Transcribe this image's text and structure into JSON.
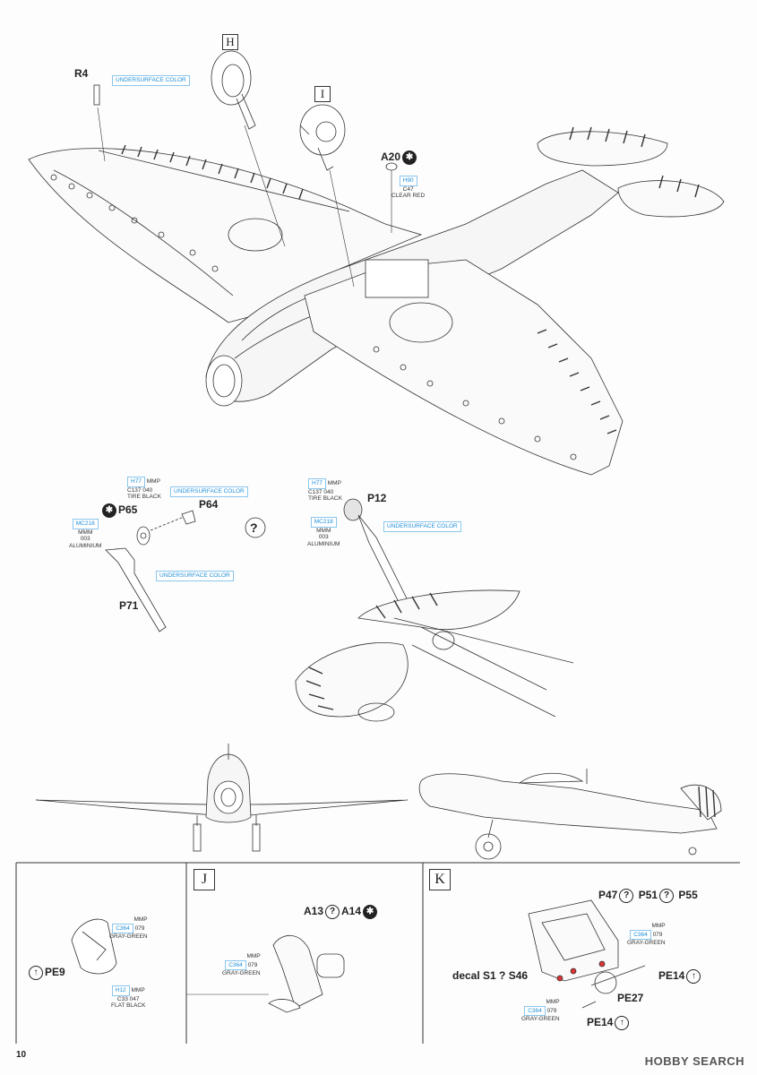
{
  "page_number": "10",
  "watermark": "HOBBY SEARCH",
  "sections": {
    "H": "H",
    "I": "I",
    "J": "J",
    "K": "K"
  },
  "parts": {
    "R4": "R4",
    "A20": "A20",
    "P65": "P65",
    "P64": "P64",
    "P71": "P71",
    "P12": "P12",
    "A13": "A13",
    "A14": "A14",
    "PE9": "PE9",
    "P47": "P47",
    "P51": "P51",
    "P55": "P55",
    "decal": "decal S1",
    "S46": "S46",
    "PE14a": "PE14",
    "PE27": "PE27",
    "PE14b": "PE14"
  },
  "symbols": {
    "star": "✱",
    "question": "?",
    "arrow": "↑"
  },
  "colors": {
    "undersurface": "UNDERSURFACE COLOR",
    "h90": {
      "code": "H90",
      "c": "C47",
      "name": "CLEAR RED"
    },
    "tire1": {
      "h": "H77",
      "mmp": "MMP",
      "c": "C137",
      "n": "040",
      "name": "TIRE BLACK"
    },
    "alu1": {
      "mc": "MC218",
      "mmm": "MMM",
      "n": "003",
      "name": "ALUMINIUM"
    },
    "tire2": {
      "h": "H77",
      "mmp": "MMP",
      "c": "C137",
      "n": "040",
      "name": "TIRE BLACK"
    },
    "alu2": {
      "mc": "MC218",
      "mmm": "MMM",
      "n": "003",
      "name": "ALUMINIUM"
    },
    "gg1": {
      "mmp": "MMP",
      "c": "C364",
      "n": "079",
      "name": "GRAY-GREEN"
    },
    "fb": {
      "h": "H12",
      "mmp": "MMP",
      "c": "C33",
      "n": "047",
      "name": "FLAT BLACK"
    },
    "gg2": {
      "mmp": "MMP",
      "c": "C364",
      "n": "079",
      "name": "GRAY-GREEN"
    },
    "gg3": {
      "mmp": "MMP",
      "c": "C364",
      "n": "079",
      "name": "GRAY-GREEN"
    },
    "gg4": {
      "mmp": "MMP",
      "c": "C364",
      "n": "079",
      "name": "GRAY-GREEN"
    }
  }
}
